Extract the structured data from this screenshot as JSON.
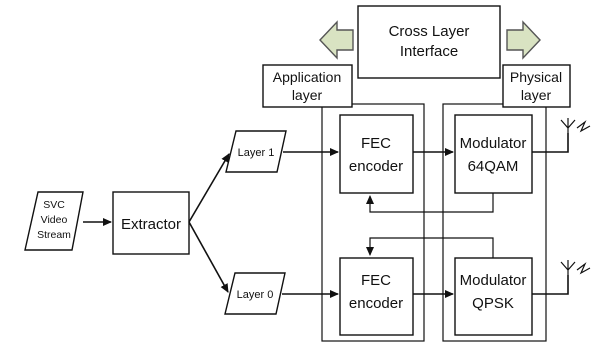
{
  "diagram": {
    "cross_layer": {
      "line1": "Cross Layer",
      "line2": "Interface"
    },
    "application_layer": {
      "line1": "Application",
      "line2": "layer"
    },
    "physical_layer": {
      "line1": "Physical",
      "line2": "layer"
    },
    "source": {
      "line1": "SVC",
      "line2": "Video",
      "line3": "Stream"
    },
    "extractor": {
      "label": "Extractor"
    },
    "layer_1": {
      "label": "Layer 1"
    },
    "layer_0": {
      "label": "Layer 0"
    },
    "fec_top": {
      "line1": "FEC",
      "line2": "encoder"
    },
    "fec_bottom": {
      "line1": "FEC",
      "line2": "encoder"
    },
    "modulator_top": {
      "line1": "Modulator",
      "line2": "64QAM"
    },
    "modulator_bottom": {
      "line1": "Modulator",
      "line2": "QPSK"
    }
  },
  "colors": {
    "line": "#111111",
    "cross_arrow_fill": "#d9e3c2",
    "cross_arrow_stroke": "#555555",
    "background": "#ffffff"
  }
}
